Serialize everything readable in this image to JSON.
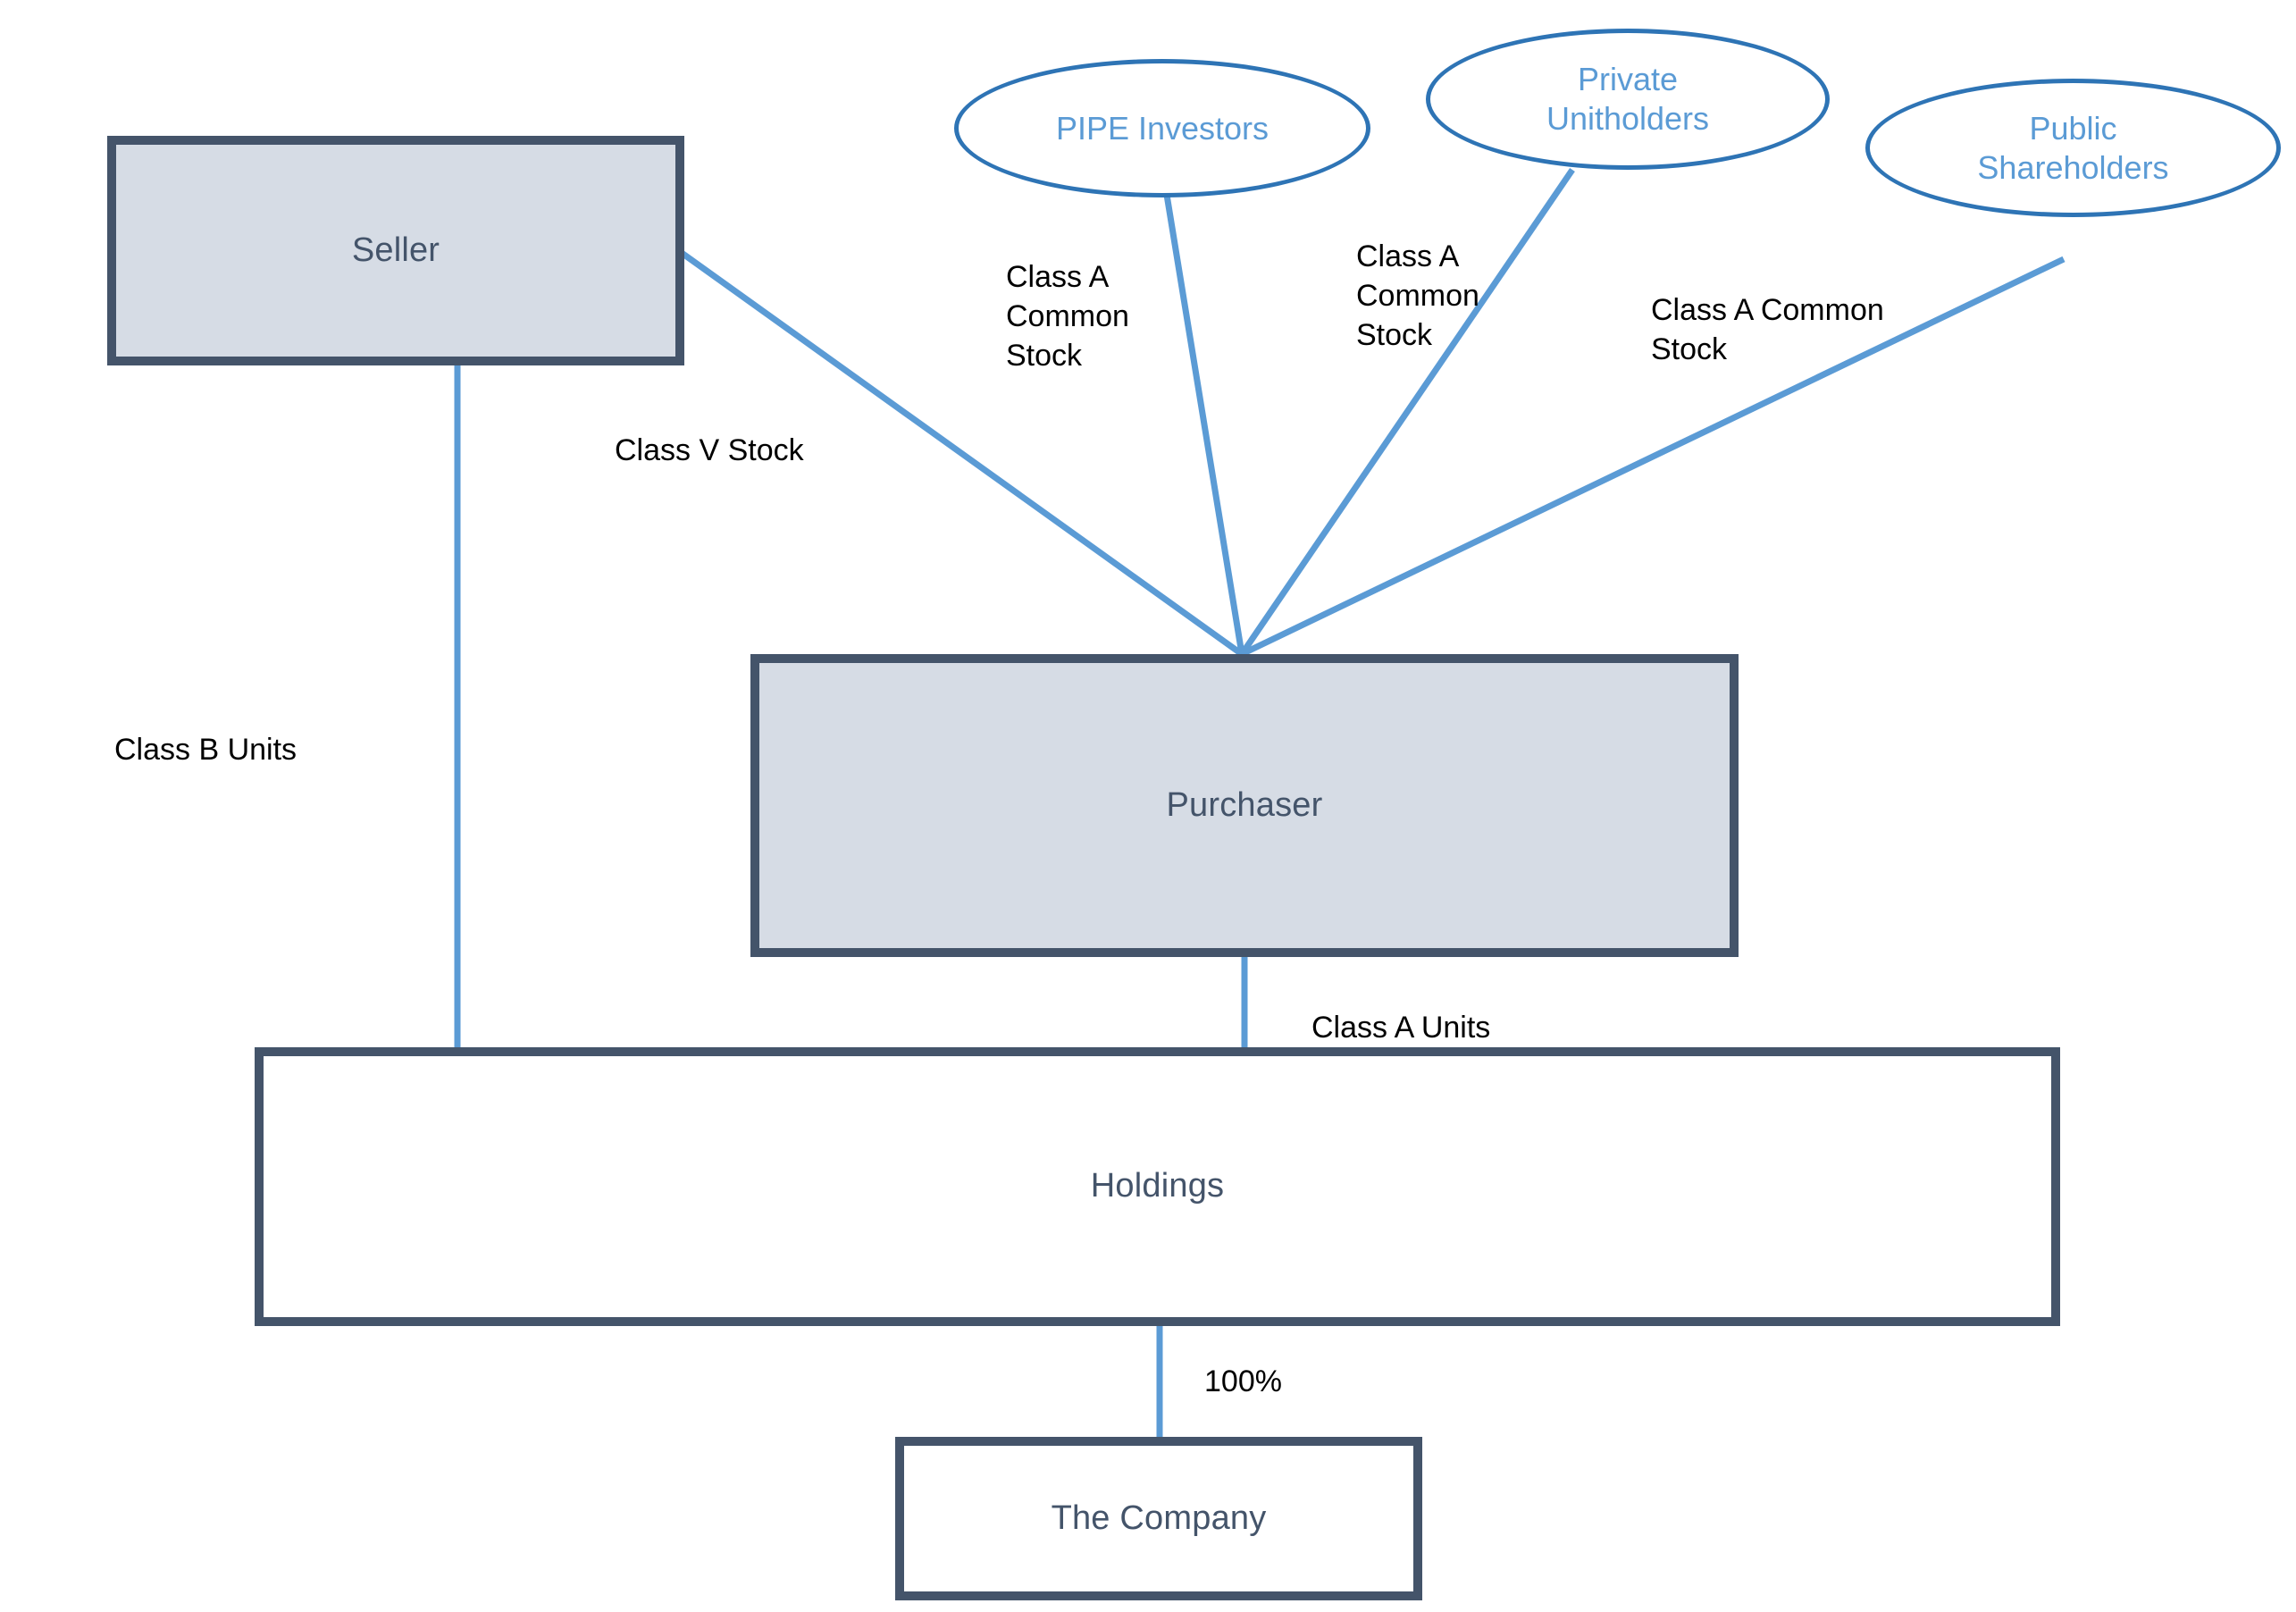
{
  "diagram": {
    "title": "Corporate Transaction Structure",
    "background_color": "#FFFFFF",
    "colors": {
      "box_border": "#44546A",
      "box_fill_shaded": "#D6DCE5",
      "box_fill_plain": "#FFFFFF",
      "box_text": "#44546A",
      "ellipse_border": "#2E74B5",
      "ellipse_text": "#5B9BD5",
      "connector": "#5B9BD5",
      "edge_label_text": "#000000"
    }
  },
  "nodes": {
    "seller": {
      "label": "Seller",
      "shape": "rectangle",
      "fill": "shaded"
    },
    "purchaser": {
      "label": "Purchaser",
      "shape": "rectangle",
      "fill": "shaded"
    },
    "holdings": {
      "label": "Holdings",
      "shape": "rectangle",
      "fill": "plain"
    },
    "company": {
      "label": "The Company",
      "shape": "rectangle",
      "fill": "plain"
    },
    "pipe_investors": {
      "label": "PIPE Investors",
      "shape": "ellipse"
    },
    "private_unitholders": {
      "label": "Private\nUnitholders",
      "shape": "ellipse"
    },
    "public_shareholders": {
      "label": "Public\nShareholders",
      "shape": "ellipse"
    }
  },
  "edges": [
    {
      "from": "seller",
      "to": "purchaser",
      "label": "Class V Stock"
    },
    {
      "from": "seller",
      "to": "holdings",
      "label": "Class B Units"
    },
    {
      "from": "pipe_investors",
      "to": "purchaser",
      "label": "Class A\nCommon\nStock"
    },
    {
      "from": "private_unitholders",
      "to": "purchaser",
      "label": "Class A\nCommon\nStock"
    },
    {
      "from": "public_shareholders",
      "to": "purchaser",
      "label": "Class A Common\nStock"
    },
    {
      "from": "purchaser",
      "to": "holdings",
      "label": "Class A Units"
    },
    {
      "from": "holdings",
      "to": "company",
      "label": "100%"
    }
  ],
  "edge_labels": {
    "class_v_stock": "Class V Stock",
    "class_b_units": "Class B Units",
    "pipe_common_stock": "Class A\nCommon\nStock",
    "private_common_stock": "Class A\nCommon\nStock",
    "public_common_stock": "Class A Common\nStock",
    "class_a_units": "Class A Units",
    "ownership_percent": "100%"
  }
}
